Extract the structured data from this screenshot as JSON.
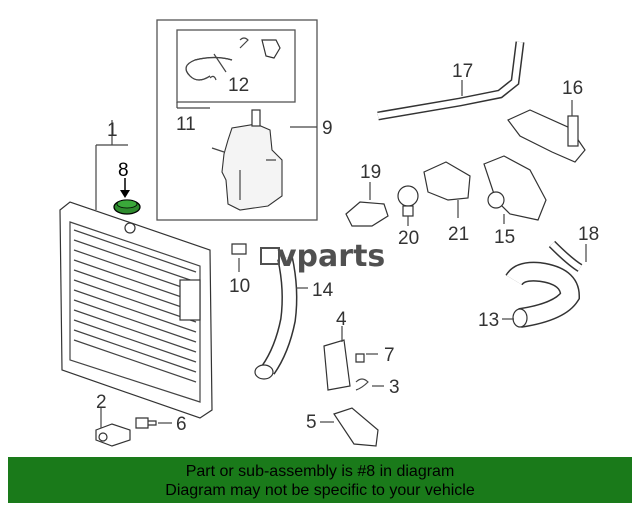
{
  "diagram": {
    "logo": "vparts",
    "highlight_color": "#2e8b2e",
    "callouts": [
      {
        "id": "1",
        "label": "1"
      },
      {
        "id": "2",
        "label": "2"
      },
      {
        "id": "3",
        "label": "3"
      },
      {
        "id": "4",
        "label": "4"
      },
      {
        "id": "5",
        "label": "5"
      },
      {
        "id": "6",
        "label": "6"
      },
      {
        "id": "7",
        "label": "7"
      },
      {
        "id": "8",
        "label": "8"
      },
      {
        "id": "9",
        "label": "9"
      },
      {
        "id": "10",
        "label": "10"
      },
      {
        "id": "11",
        "label": "11"
      },
      {
        "id": "12",
        "label": "12"
      },
      {
        "id": "13",
        "label": "13"
      },
      {
        "id": "14",
        "label": "14"
      },
      {
        "id": "15",
        "label": "15"
      },
      {
        "id": "16",
        "label": "16"
      },
      {
        "id": "17",
        "label": "17"
      },
      {
        "id": "18",
        "label": "18"
      },
      {
        "id": "19",
        "label": "19"
      },
      {
        "id": "20",
        "label": "20"
      },
      {
        "id": "21",
        "label": "21"
      }
    ]
  },
  "footer": {
    "line1": "Part or sub-assembly is #8 in diagram",
    "line2": "Diagram may not be specific to your vehicle",
    "background": "#1a7a1a"
  }
}
